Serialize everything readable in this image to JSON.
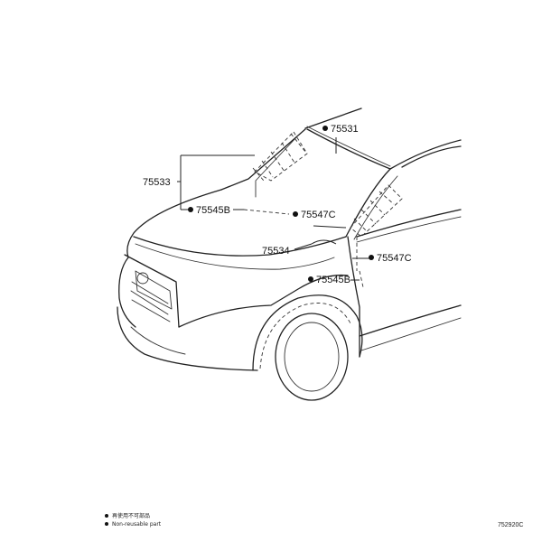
{
  "callouts": {
    "p75531": "75531",
    "p75533": "75533",
    "p75545B_upper": "75545B",
    "p75547C_upper": "75547C",
    "p75534": "75534",
    "p75547C_lower": "75547C",
    "p75545B_lower": "75545B"
  },
  "legend": {
    "line1": "再使用不可部品",
    "line2": "Non-reusable part"
  },
  "diagram_code": "752920C",
  "colors": {
    "ink": "#222222",
    "background": "#ffffff"
  }
}
